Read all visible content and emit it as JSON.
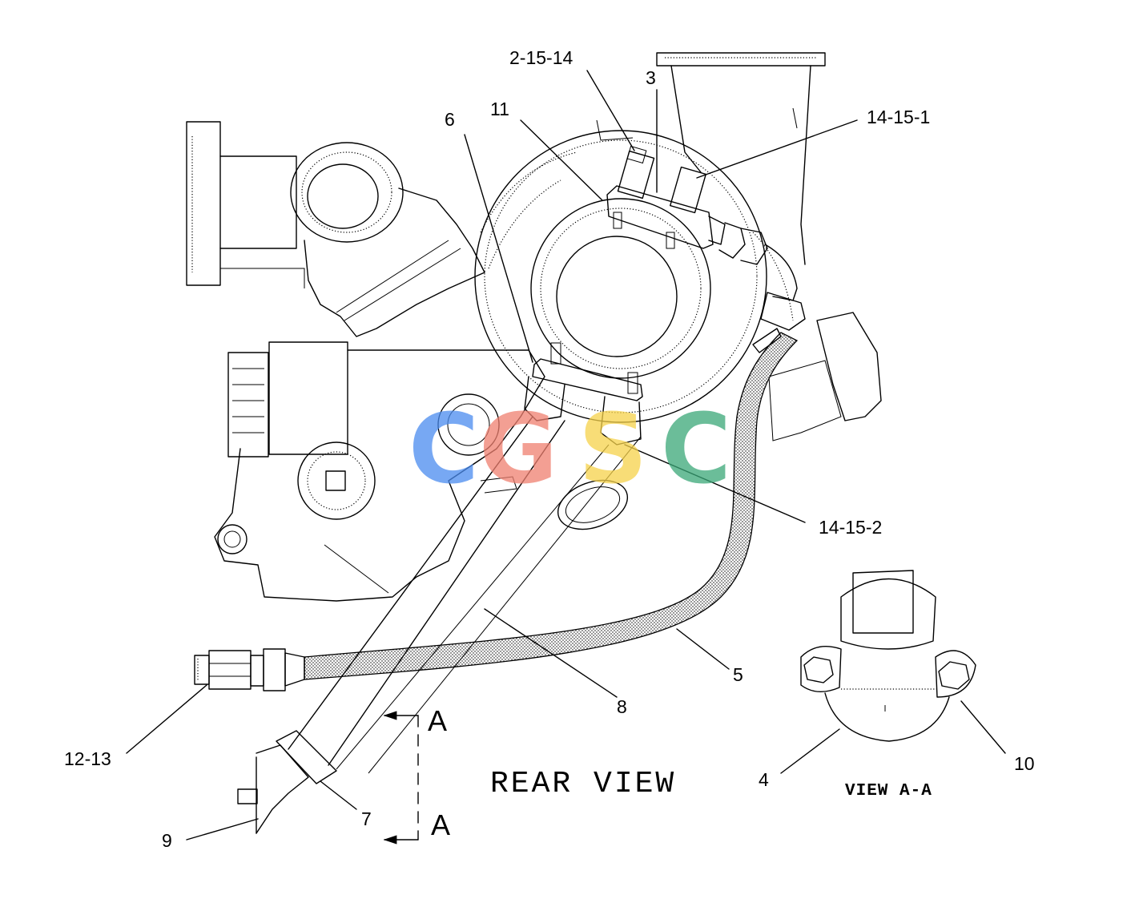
{
  "labels": {
    "l_2_15_14": "2-15-14",
    "l_3": "3",
    "l_14_15_1": "14-15-1",
    "l_11": "11",
    "l_6": "6",
    "l_14_15_2": "14-15-2",
    "l_5": "5",
    "l_8": "8",
    "l_12_13": "12-13",
    "l_7": "7",
    "l_9": "9",
    "l_4": "4",
    "l_10": "10"
  },
  "section_marker": {
    "top": "A",
    "bottom": "A"
  },
  "captions": {
    "rear_view": "REAR VIEW",
    "view_aa": "VIEW A-A"
  },
  "watermark": {
    "letters": [
      "C",
      "G",
      "S",
      "C"
    ],
    "colors": [
      "#4a8cf0",
      "#f08070",
      "#f6d24a",
      "#3aa878"
    ]
  }
}
